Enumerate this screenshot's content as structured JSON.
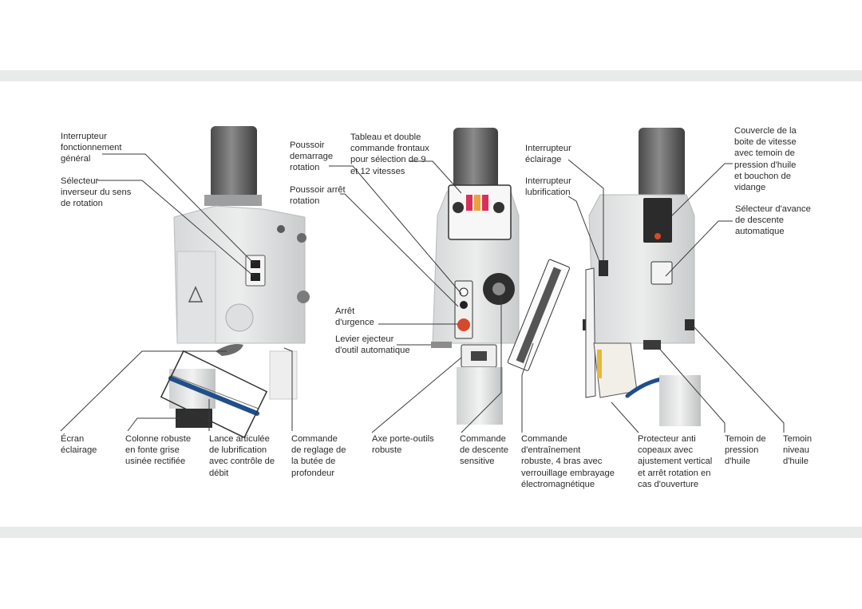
{
  "labels": {
    "interrupteur_general": "Interrupteur\nfonctionnement\ngénéral",
    "selecteur_inverseur": "Sélecteur\ninverseur du sens\nde rotation",
    "poussoir_demarrage": "Poussoir\ndemarrage\nrotation",
    "poussoir_arret": "Poussoir arrêt\nrotation",
    "tableau_commande": "Tableau et double\ncommande frontaux\npour sélection de 9\net 12 vitesses",
    "interrupteur_eclairage": "Interrupteur\néclairage",
    "interrupteur_lubrification": "Interrupteur\nlubrification",
    "couvercle_boite": "Couvercle de la\nboite de vitesse\navec temoin de\npression d'huile\net bouchon de\nvidange",
    "selecteur_avance": "Sélecteur d'avance\nde descente\nautomatique",
    "arret_urgence": "Arrêt\nd'urgence",
    "levier_ejecteur": "Levier ejecteur\nd'outil automatique",
    "ecran_eclairage": "Écran\néclairage",
    "colonne_robuste": "Colonne robuste\nen fonte grise\nusinée rectifiée",
    "lance_articulee": "Lance articulée\nde lubrification\navec contrôle de\ndébit",
    "commande_butee": "Commande\nde reglage de\nla butée de\nprofondeur",
    "axe_porte_outils": "Axe porte-outils\nrobuste",
    "commande_descente": "Commande\nde descente\nsensitive",
    "commande_entrainement": "Commande\nd'entraînement\nrobuste, 4 bras avec\nverrouillage embrayage\nélectromagnétique",
    "protecteur_copeaux": "Protecteur anti\ncopeaux avec\najustement vertical\net arrêt rotation en\ncas d'ouverture",
    "temoin_pression": "Temoin de\npression\nd'huile",
    "temoin_niveau": "Temoin\nniveau\nd'huile"
  }
}
